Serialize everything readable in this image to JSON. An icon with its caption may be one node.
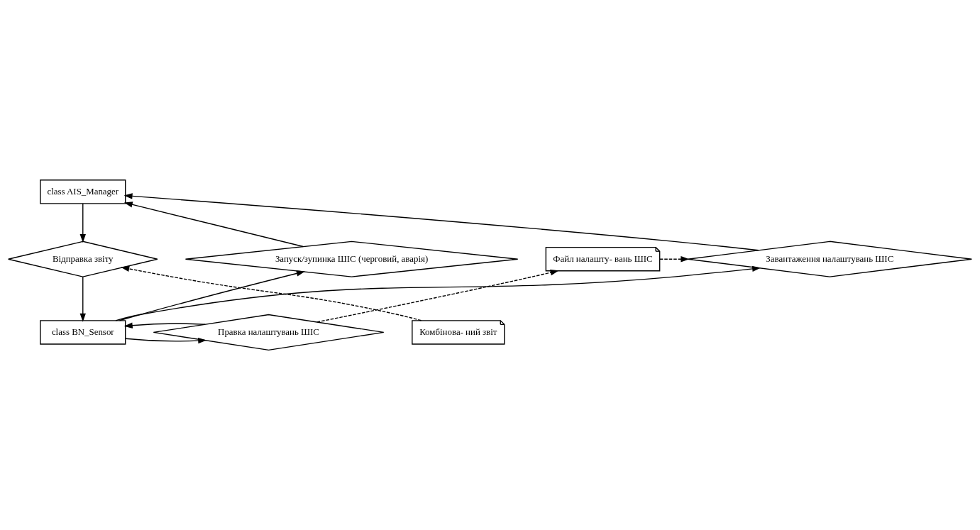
{
  "diagram": {
    "nodes": [
      {
        "text": [
          "class AIS_Manager"
        ]
      },
      {
        "text": [
          "Відправка звіту"
        ]
      },
      {
        "text": [
          "Запуск/зупинка ШІС (черговий, аварія)"
        ]
      },
      {
        "text": [
          "Завантаження налаштувань ШІС"
        ]
      },
      {
        "text": [
          "Комбінова- ний звіт"
        ]
      },
      {
        "text": [
          "Файл налашту- вань ШІС"
        ]
      },
      {
        "text": [
          "class BN_Sensor"
        ]
      },
      {
        "text": [
          "Правка налаштувань ШІС"
        ]
      }
    ],
    "edges": [
      {
        "from": 0,
        "to": 1,
        "arrow": "to"
      },
      {
        "from": 1,
        "to": 6,
        "arrow": "to"
      },
      {
        "from": 4,
        "to": 1,
        "arrow": "to",
        "style": "dashed"
      },
      {
        "from": 6,
        "to": 2,
        "arrow": "to"
      },
      {
        "from": 2,
        "to": 0,
        "arrow": "to"
      },
      {
        "from": 6,
        "to": 3,
        "arrow": "to"
      },
      {
        "from": 3,
        "to": 0,
        "arrow": "to"
      },
      {
        "from": 5,
        "to": 3,
        "arrow": "to",
        "style": "dashed"
      },
      {
        "from": 6,
        "to": 7,
        "arrow": "to"
      },
      {
        "from": 7,
        "to": 6,
        "arrow": "to"
      },
      {
        "from": 7,
        "to": 5,
        "arrow": "to",
        "style": "dashed"
      }
    ]
  }
}
